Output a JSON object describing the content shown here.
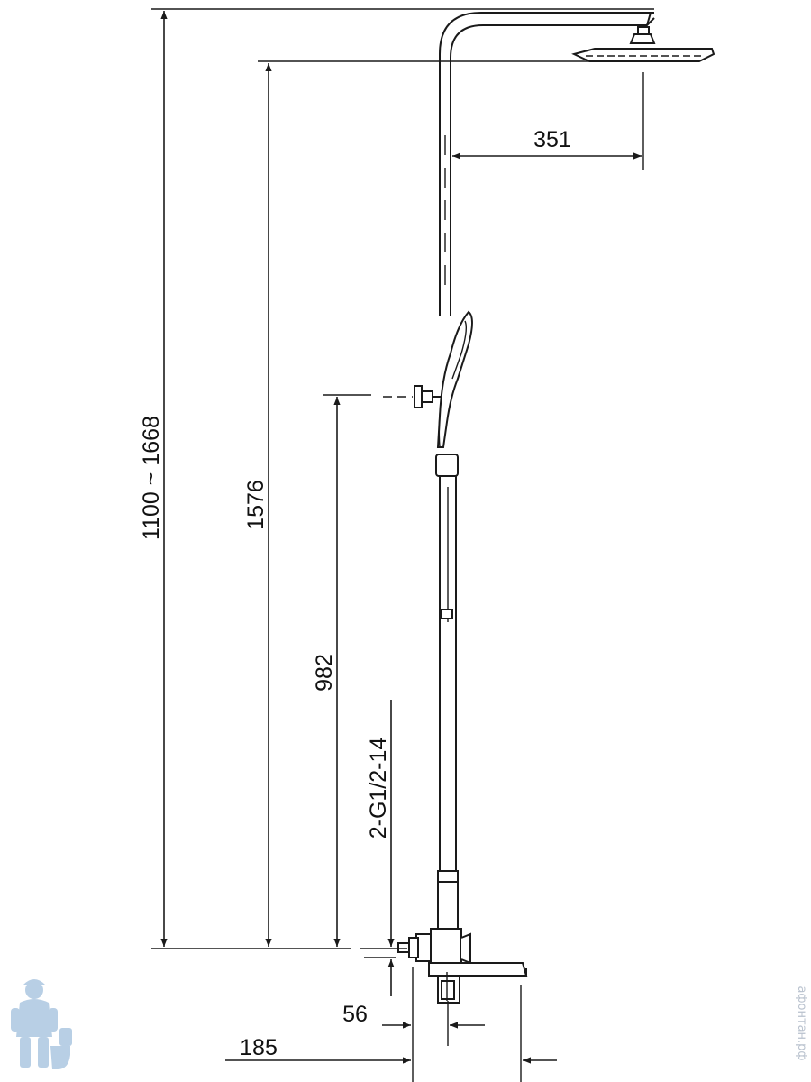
{
  "dimensions": {
    "total_height_range": "1100 ~ 1668",
    "head_height": "1576",
    "outlet_height": "982",
    "inlet_thread": "2-G1/2-14",
    "arm_reach": "351",
    "inlet_spacing": "56",
    "spout_projection": "185"
  },
  "watermark": {
    "site": "афонтан.рф"
  },
  "colors": {
    "line": "#1a1a1a",
    "watermark": "#b9c2ce",
    "mascot": "#7fa8d0"
  }
}
